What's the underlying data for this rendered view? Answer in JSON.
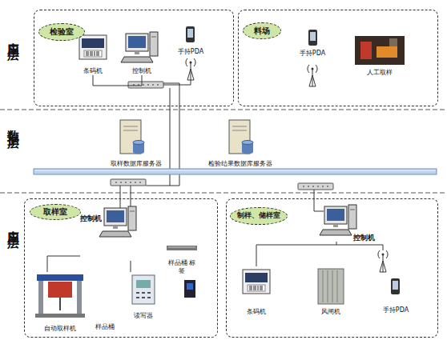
{
  "diagram": {
    "nodes": [
      {
        "text": [
          "检验室"
        ]
      },
      {
        "text": [
          "条码机"
        ],
        "in": 0
      },
      {
        "text": [
          "控制机"
        ],
        "in": 0
      },
      {
        "text": [
          "手持PDA"
        ],
        "in": 0
      },
      {
        "text": [
          "料场"
        ]
      },
      {
        "text": [
          "手持PDA"
        ],
        "in": 4
      },
      {
        "text": [
          "人工取样"
        ],
        "in": 4
      },
      {
        "text": [
          "取样数据库服务器"
        ]
      },
      {
        "text": [
          "检验结果数据库服务器"
        ]
      },
      {
        "text": [
          "取样室"
        ]
      },
      {
        "text": [
          "控制机"
        ],
        "in": 9
      },
      {
        "text": [
          "自动取样机"
        ],
        "in": 9
      },
      {
        "text": [
          "读写器"
        ],
        "in": 9
      },
      {
        "text": [
          "样品桶 标签"
        ],
        "in": 9
      },
      {
        "text": [
          "制样、储样室"
        ]
      },
      {
        "text": [
          "控制机"
        ],
        "in": 14
      },
      {
        "text": [
          "条码机"
        ],
        "in": 14
      },
      {
        "text": [
          "风闸机"
        ],
        "in": 14
      },
      {
        "text": [
          "手持PDA"
        ],
        "in": 14
      }
    ],
    "edges": [
      {
        "from": 1,
        "to": 2,
        "arrow": "none"
      },
      {
        "from": 10,
        "to": 11,
        "arrow": "none"
      },
      {
        "from": 10,
        "to": 12,
        "arrow": "none"
      },
      {
        "from": 15,
        "to": 16,
        "arrow": "none"
      }
    ],
    "labels": [
      "应用层",
      "数据层",
      "应用层",
      "样品桶"
    ]
  }
}
